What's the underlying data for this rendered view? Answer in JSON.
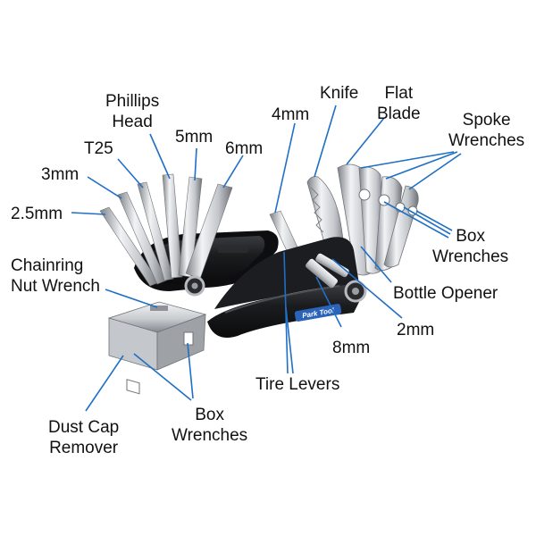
{
  "colors": {
    "leader_line": "#1f6fc4",
    "label_text": "#111111",
    "steel_light": "#e9eaec",
    "steel_mid": "#b7babf",
    "steel_dark": "#6f7378",
    "body_black": "#151618",
    "accent_blue": "#2b63b8"
  },
  "product": {
    "logo_text": "Park Tool"
  },
  "labels": {
    "phillips_head": "Phillips\nHead",
    "knife": "Knife",
    "flat_blade": "Flat\nBlade",
    "mm4": "4mm",
    "spoke_wrenches": "Spoke\nWrenches",
    "mm5": "5mm",
    "mm6": "6mm",
    "t25": "T25",
    "mm3": "3mm",
    "mm25": "2.5mm",
    "box_wrenches_right": "Box\nWrenches",
    "chainring_nut_wrench": "Chainring\nNut Wrench",
    "bottle_opener": "Bottle Opener",
    "mm2": "2mm",
    "mm8": "8mm",
    "tire_levers": "Tire Levers",
    "box_wrenches_bottom": "Box\nWrenches",
    "dust_cap_remover": "Dust Cap\nRemover"
  }
}
